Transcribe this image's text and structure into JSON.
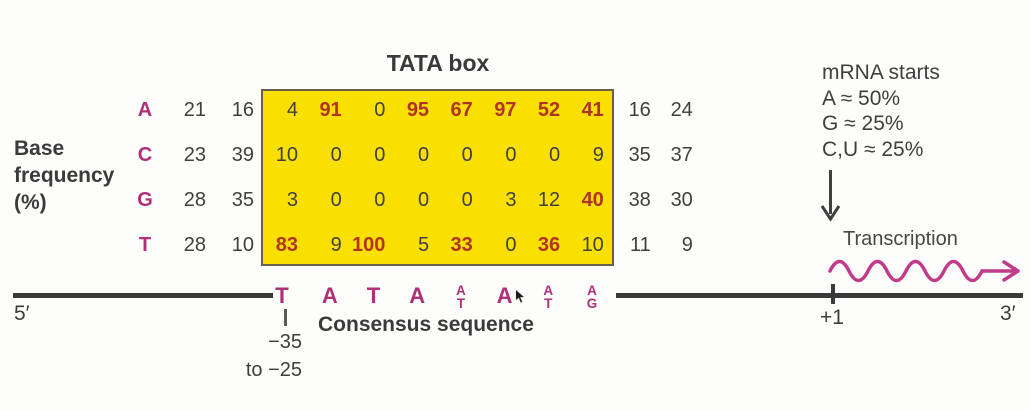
{
  "title": "TATA box",
  "left_label": {
    "lines": [
      "Base",
      "frequency",
      "(%)"
    ]
  },
  "table": {
    "rows": [
      {
        "base": "A",
        "outer_left": [
          "21",
          "16"
        ],
        "box": [
          "4",
          "91",
          "0",
          "95",
          "67",
          "97",
          "52",
          "41"
        ],
        "outer_right": [
          "16",
          "24"
        ],
        "emphasized": [
          1,
          3,
          4,
          5,
          6,
          7
        ]
      },
      {
        "base": "C",
        "outer_left": [
          "23",
          "39"
        ],
        "box": [
          "10",
          "0",
          "0",
          "0",
          "0",
          "0",
          "0",
          "9"
        ],
        "outer_right": [
          "35",
          "37"
        ],
        "emphasized": []
      },
      {
        "base": "G",
        "outer_left": [
          "28",
          "35"
        ],
        "box": [
          "3",
          "0",
          "0",
          "0",
          "0",
          "3",
          "12",
          "40"
        ],
        "outer_right": [
          "38",
          "30"
        ],
        "emphasized": [
          7
        ]
      },
      {
        "base": "T",
        "outer_left": [
          "28",
          "10"
        ],
        "box": [
          "83",
          "9",
          "100",
          "5",
          "33",
          "0",
          "36",
          "10"
        ],
        "outer_right": [
          "11",
          "9"
        ],
        "emphasized": [
          0,
          2,
          4,
          6
        ]
      }
    ]
  },
  "consensus": {
    "label": "Consensus sequence",
    "positions": [
      {
        "main": "T"
      },
      {
        "main": "A"
      },
      {
        "main": "T"
      },
      {
        "main": "A"
      },
      {
        "main": "A",
        "alt": "T"
      },
      {
        "main": "A"
      },
      {
        "main": "A",
        "alt": "T"
      },
      {
        "main": "A",
        "alt": "G"
      }
    ]
  },
  "dna": {
    "five_prime": "5′",
    "three_prime": "3′",
    "plus_one": "+1",
    "region_line1": "−35",
    "region_line2": "to −25"
  },
  "mrna": {
    "title": "mRNA starts",
    "lines": [
      "A ≈ 50%",
      "G ≈ 25%",
      "C,U ≈ 25%"
    ]
  },
  "transcription_label": "Transcription",
  "colors": {
    "base_letter_magenta": "#b02f78",
    "emphasis_red": "#b03422",
    "ink": "#3d3d3d",
    "tata_box_yellow": "#fae000",
    "tata_box_border": "#68604a",
    "wave_pink": "#c23a8a"
  }
}
